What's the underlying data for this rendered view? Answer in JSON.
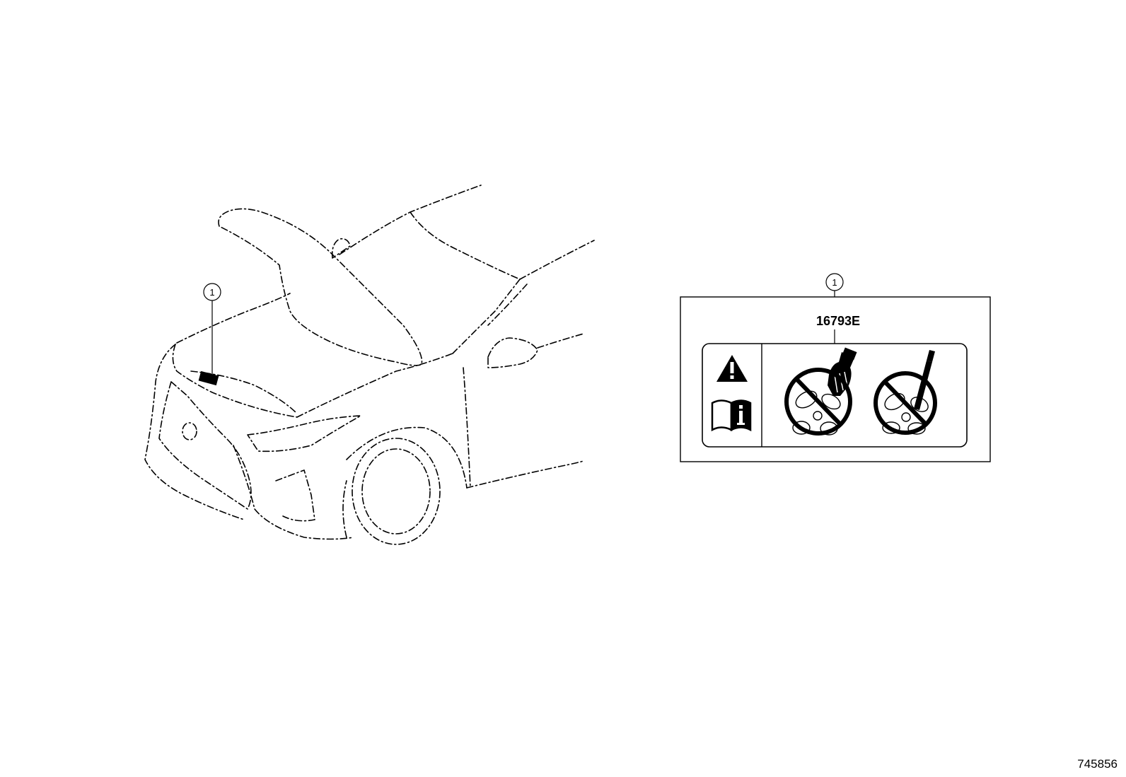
{
  "callouts": {
    "car_label_ref": "1",
    "inset_ref": "1"
  },
  "label": {
    "part_number": "16793E",
    "icons": [
      "warning-triangle-icon",
      "manual-info-icon",
      "no-hand-fan-icon",
      "no-tool-fan-icon"
    ]
  },
  "figure_number": "745856"
}
